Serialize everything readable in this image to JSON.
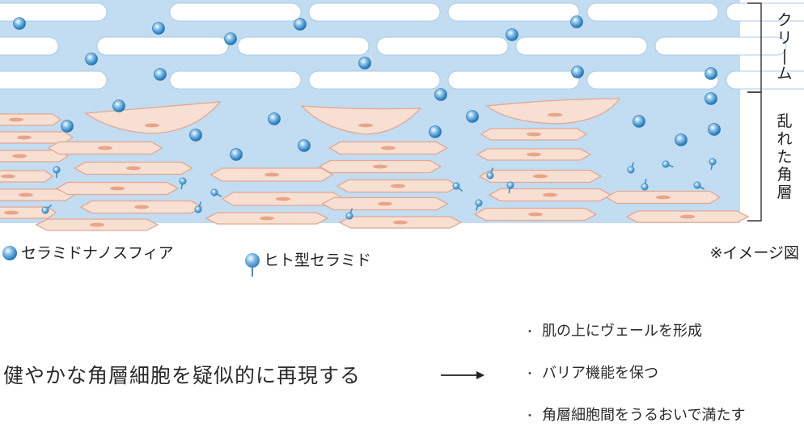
{
  "diagram": {
    "label_cream": "クリーム",
    "label_stratum": "乱れた角層",
    "legend": [
      {
        "label": "セラミドナノスフィア",
        "icon": "nanosphere-icon"
      },
      {
        "label": "ヒト型セラミド",
        "icon": "human-ceramide-icon"
      }
    ],
    "note": "※イメージ図"
  },
  "message": {
    "tagline": "健やかな角層細胞を疑似的に再現する",
    "arrow_icon": "long-arrow-right-icon",
    "benefits": [
      "肌の上にヴェールを形成",
      "バリア機能を保つ",
      "角層細胞間をうるおいで満たす"
    ]
  },
  "colors": {
    "background_blue": "#c2dcf2",
    "cell_fill": "#f7e0d2",
    "cell_stroke": "#e2a892",
    "nucleus": "#e8a58a",
    "sphere": "#2f86c2"
  }
}
